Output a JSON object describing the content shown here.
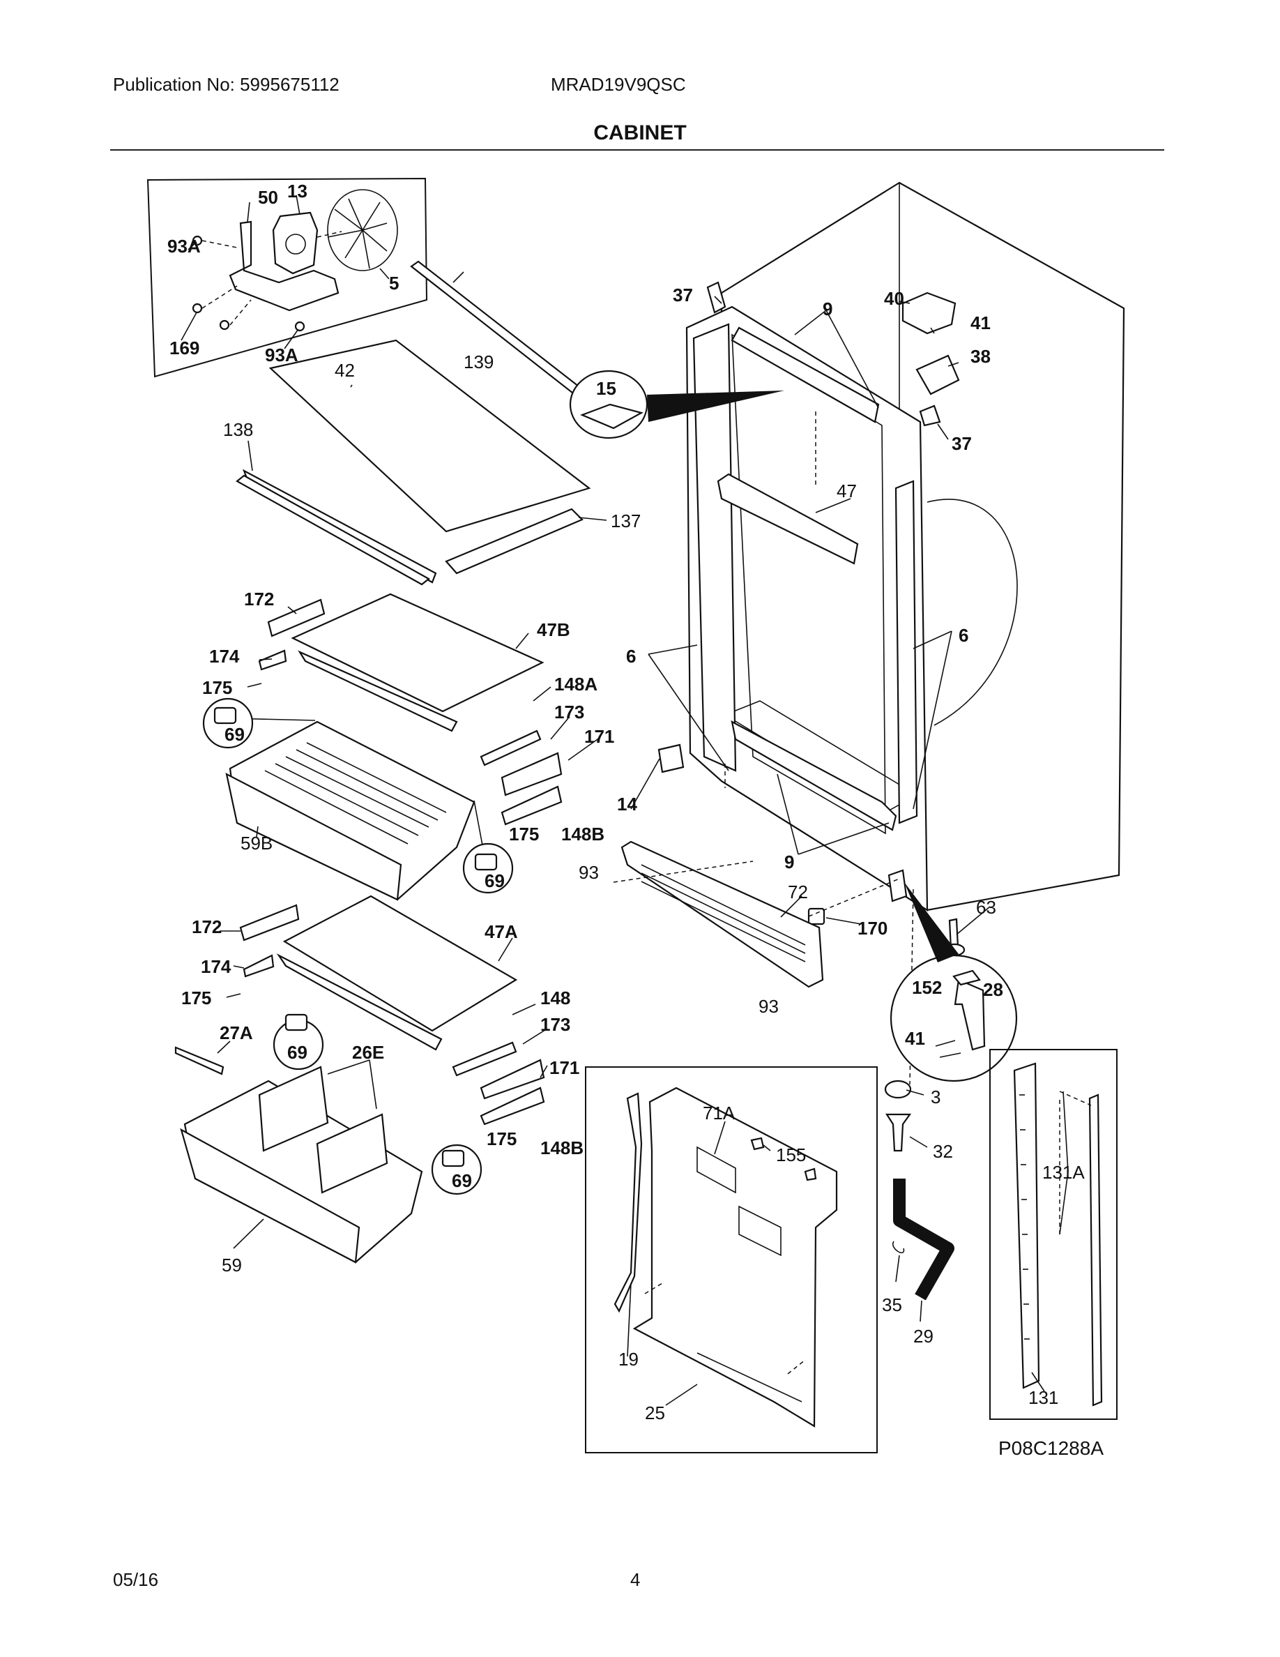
{
  "header": {
    "publication": "Publication No: 5995675112",
    "model": "MRAD19V9QSC",
    "title": "CABINET"
  },
  "footer": {
    "date": "05/16",
    "page": "4",
    "drawing_code": "P08C1288A"
  },
  "part_labels": {
    "p50": "50",
    "p13": "13",
    "p93A_a": "93A",
    "p5": "5",
    "p169": "169",
    "p93A_b": "93A",
    "p42": "42",
    "p139": "139",
    "p138": "138",
    "p137": "137",
    "p37_a": "37",
    "p9_a": "9",
    "p40": "40",
    "p41_a": "41",
    "p38": "38",
    "p37_b": "37",
    "p15": "15",
    "p47": "47",
    "p172_a": "172",
    "p47B": "47B",
    "p174_a": "174",
    "p175_a": "175",
    "p148A": "148A",
    "p173_a": "173",
    "p171_a": "171",
    "p69_a": "69",
    "p6_a": "6",
    "p6_b": "6",
    "p14": "14",
    "p175_b": "175",
    "p148B_a": "148B",
    "p59B": "59B",
    "p69_b": "69",
    "p9_b": "9",
    "p93_a": "93",
    "p72": "72",
    "p63": "63",
    "p170": "170",
    "p172_b": "172",
    "p47A": "47A",
    "p174_b": "174",
    "p175_c": "175",
    "p148": "148",
    "p173_b": "173",
    "p27A": "27A",
    "p69_c": "69",
    "p26E": "26E",
    "p171_b": "171",
    "p175_d": "175",
    "p148B_b": "148B",
    "p69_d": "69",
    "p59": "59",
    "p93_b": "93",
    "p152": "152",
    "p28": "28",
    "p41_b": "41",
    "p3": "3",
    "p32": "32",
    "p71A": "71A",
    "p155": "155",
    "p35": "35",
    "p29": "29",
    "p19": "19",
    "p25": "25",
    "p131A": "131A",
    "p131": "131"
  }
}
